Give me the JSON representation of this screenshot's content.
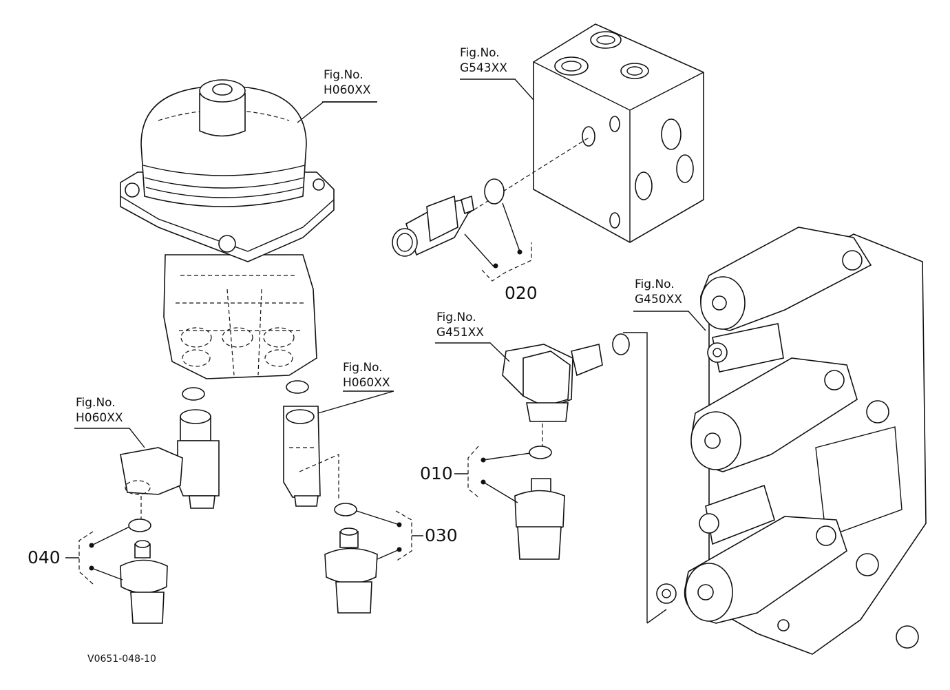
{
  "figure_refs": [
    {
      "id": "fig-h060xx-top",
      "line1": "Fig.No.",
      "line2": "H060XX"
    },
    {
      "id": "fig-g543xx",
      "line1": "Fig.No.",
      "line2": "G543XX"
    },
    {
      "id": "fig-g450xx",
      "line1": "Fig.No.",
      "line2": "G450XX"
    },
    {
      "id": "fig-g451xx",
      "line1": "Fig.No.",
      "line2": "G451XX"
    },
    {
      "id": "fig-h060xx-right",
      "line1": "Fig.No.",
      "line2": "H060XX"
    },
    {
      "id": "fig-h060xx-left",
      "line1": "Fig.No.",
      "line2": "H060XX"
    }
  ],
  "part_numbers": [
    "020",
    "010",
    "030",
    "040"
  ],
  "drawing_code": "V0651-048-10"
}
